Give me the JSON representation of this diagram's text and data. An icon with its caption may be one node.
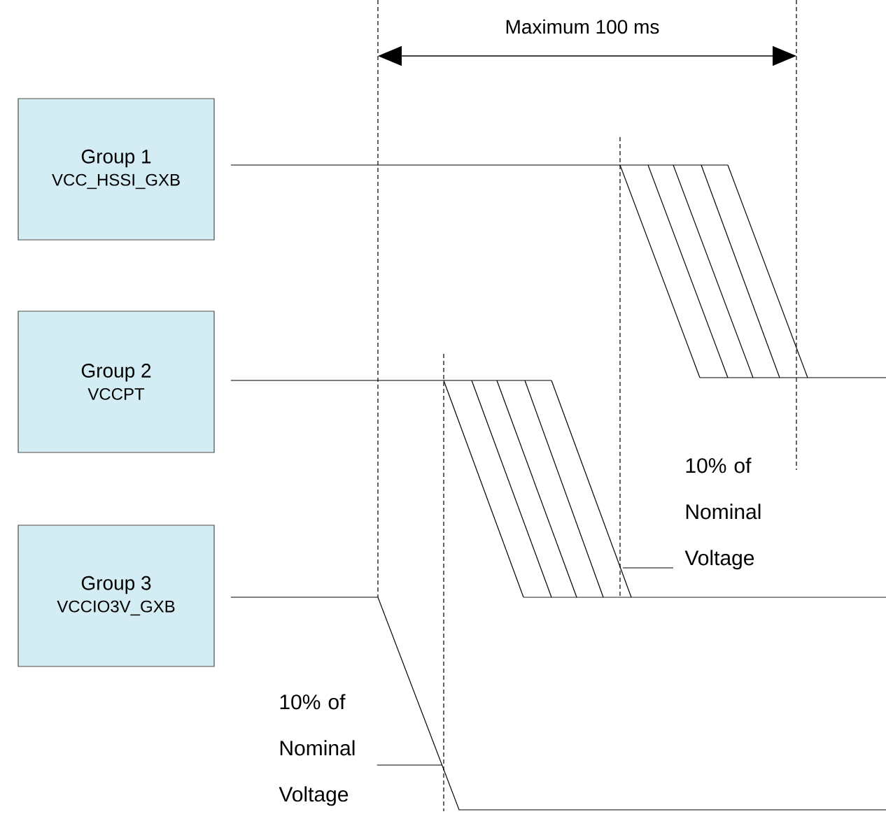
{
  "diagram": {
    "nodes": [
      {
        "text": [
          "Group 1",
          "VCC_HSSI_GXB"
        ]
      },
      {
        "text": [
          "Group 2",
          "VCCPT"
        ]
      },
      {
        "text": [
          "Group 3",
          "VCCIO3V_GXB"
        ]
      },
      {
        "text": [
          "10% of Nominal Voltage"
        ]
      },
      {
        "text": [
          "10% of Nominal Voltage"
        ]
      }
    ],
    "edges": [
      {
        "from": 3,
        "to": null,
        "arrow": "none"
      },
      {
        "from": 4,
        "to": null,
        "arrow": "none"
      }
    ],
    "labels": [
      "Maximum 100 ms"
    ]
  }
}
